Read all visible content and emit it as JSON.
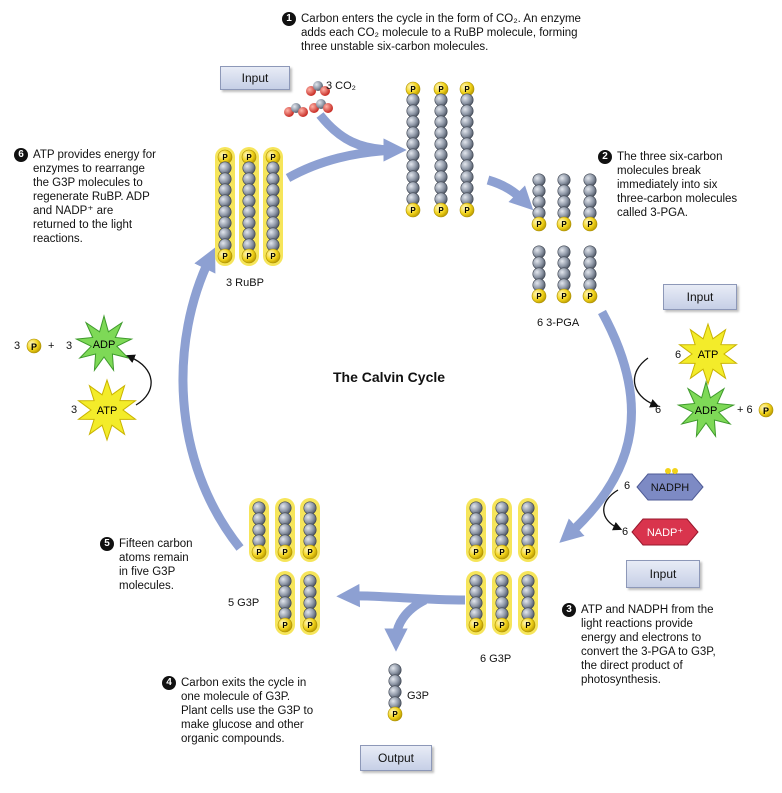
{
  "title": "The Calvin Cycle",
  "steps": [
    {
      "num": "1",
      "lines": [
        "Carbon enters the cycle in the form of CO₂. An enzyme",
        "adds each CO₂ molecule to a RuBP molecule, forming",
        "three unstable six-carbon molecules."
      ]
    },
    {
      "num": "2",
      "lines": [
        "The three six-carbon",
        "molecules break",
        "immediately into six",
        "three-carbon molecules",
        "called 3-PGA."
      ]
    },
    {
      "num": "3",
      "lines": [
        "ATP and NADPH from the",
        "light reactions provide",
        "energy and electrons to",
        "convert the 3-PGA to G3P,",
        "the direct product of",
        "photosynthesis."
      ]
    },
    {
      "num": "4",
      "lines": [
        "Carbon exits the cycle in",
        "one molecule of G3P.",
        "Plant cells use the G3P to",
        "make glucose and other",
        "organic compounds."
      ]
    },
    {
      "num": "5",
      "lines": [
        "Fifteen carbon",
        "atoms remain",
        "in five G3P",
        "molecules."
      ]
    },
    {
      "num": "6",
      "lines": [
        "ATP provides energy for",
        "enzymes to rearrange",
        "the G3P molecules to",
        "regenerate RuBP. ADP",
        "and NADP⁺ are",
        "returned to the light",
        "reactions."
      ]
    }
  ],
  "buttons": {
    "input_top": "Input",
    "input_right": "Input",
    "input_nadph": "Input",
    "output": "Output"
  },
  "labels": {
    "co2": "3 CO₂",
    "rubp": "3 RuBP",
    "pga": "6 3-PGA",
    "g3p_6": "6 G3P",
    "g3p_5": "5 G3P",
    "g3p_out": "G3P",
    "atp_6_count": "6",
    "adp_6_count": "6",
    "p_6_count": "+ 6",
    "nadph_count": "6",
    "nadp_count": "6",
    "p_3_count": "3",
    "plus": "+",
    "adp_3_count": "3",
    "atp_3_count": "3"
  },
  "molecules": {
    "atp": "ATP",
    "adp": "ADP",
    "nadph": "NADPH",
    "nadp": "NADP⁺",
    "phosphate": "P"
  },
  "colors": {
    "arrow": "#7f93c8",
    "carbon": "#8e97a6",
    "phosphate": "#f2d31a",
    "burst": "#f3ec2a",
    "adp_burst": "#7ed957",
    "nadph": "#7d8ac4",
    "nadp": "#d9344d",
    "button": "#c6cfe6"
  }
}
